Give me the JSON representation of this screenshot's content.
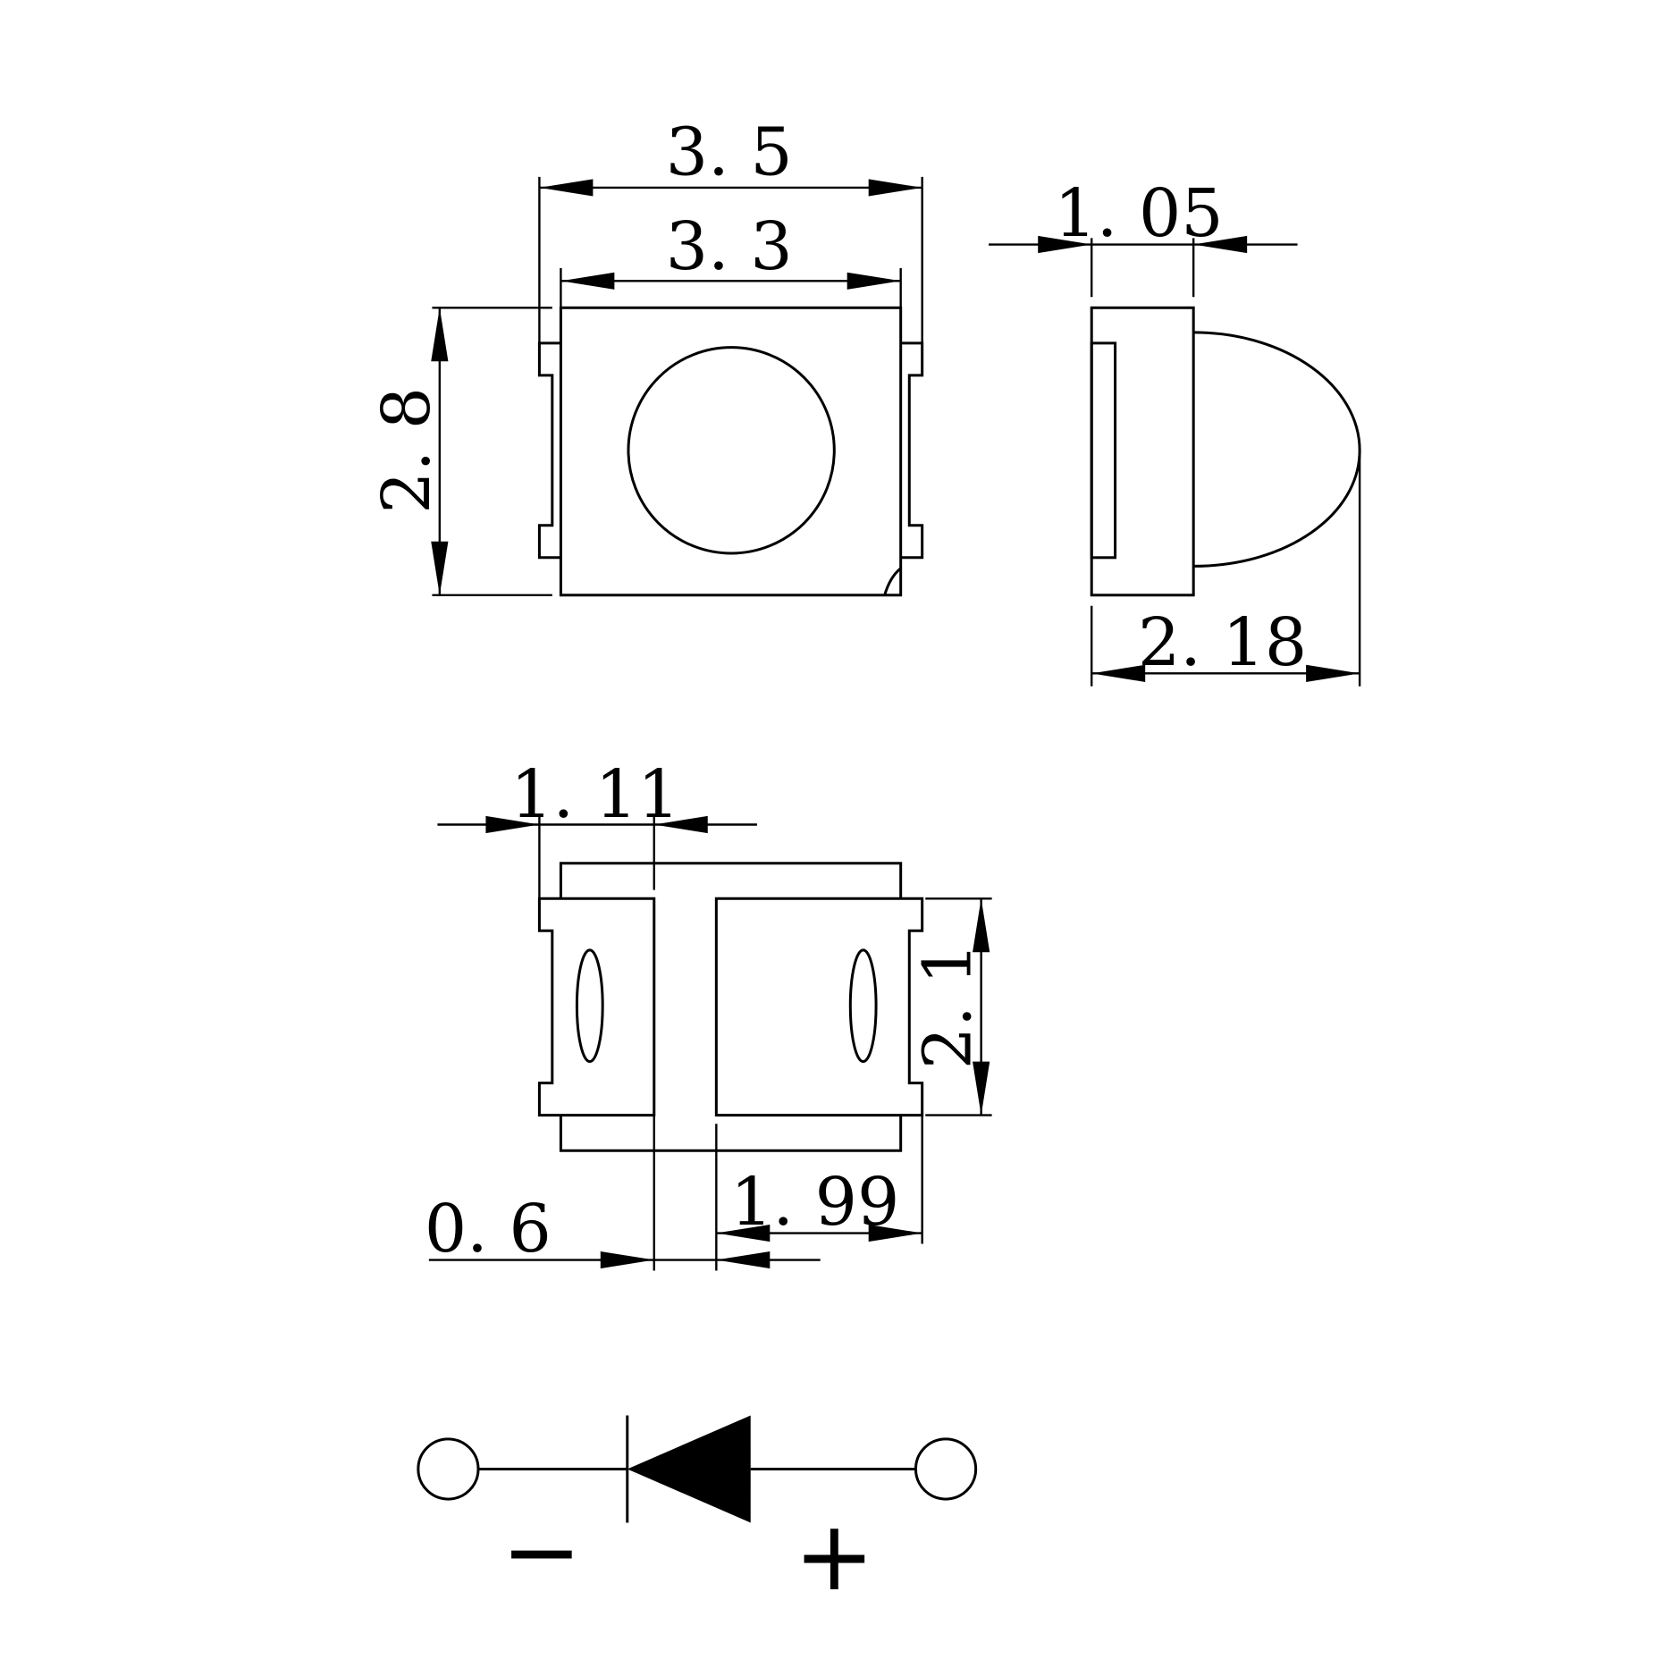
{
  "top_view": {
    "width_overall": "3. 5",
    "width_body": "3. 3",
    "height": "2. 8"
  },
  "side_view": {
    "body_depth": "1. 05",
    "total_depth": "2. 18"
  },
  "bottom_view": {
    "pad_left_width": "1. 11",
    "pad_height": "2. 1",
    "pad_right_width": "1. 99",
    "pad_gap": "0. 6"
  },
  "symbol": {
    "cathode_label": "−",
    "anode_label": "+"
  },
  "colors": {
    "line": "#000000",
    "background": "#ffffff"
  }
}
